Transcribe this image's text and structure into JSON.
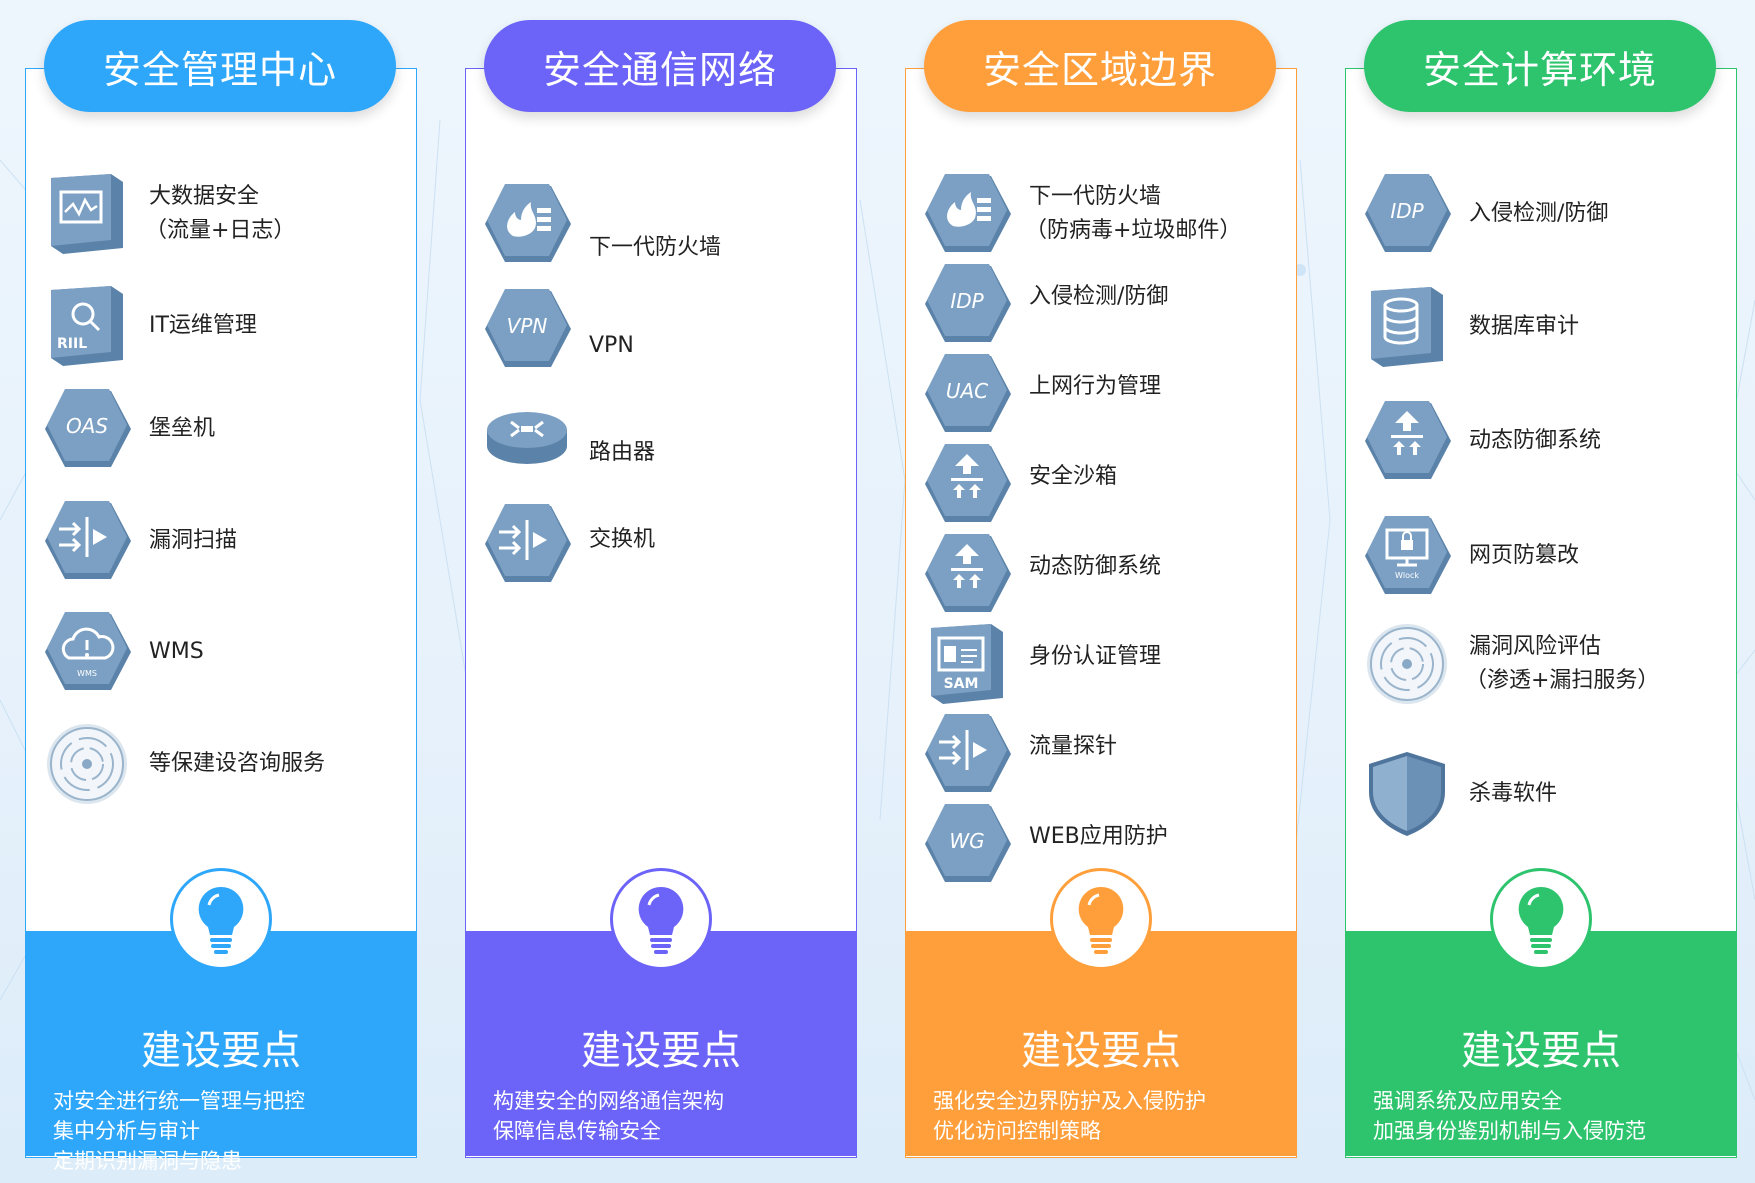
{
  "colors": {
    "blue": "#2ea7fb",
    "purple": "#6c63f8",
    "orange": "#ff9f3b",
    "green": "#2ec46e",
    "icon": "#6f94b8"
  },
  "columns": [
    {
      "title": "安全管理中心",
      "section_title": "建设要点",
      "desc": [
        "对安全进行统一管理与把控",
        "集中分析与审计",
        "定期识别漏洞与隐患"
      ],
      "items": [
        {
          "icon": "monitor-cube-icon",
          "lines": [
            "大数据安全",
            "（流量+日志）"
          ]
        },
        {
          "icon": "riil-search-cube-icon",
          "lines": [
            "IT运维管理"
          ]
        },
        {
          "icon": "oas-hex-icon",
          "lines": [
            "堡垒机"
          ]
        },
        {
          "icon": "flow-arrows-hex-icon",
          "lines": [
            "漏洞扫描"
          ]
        },
        {
          "icon": "wms-cloud-hex-icon",
          "lines": [
            "WMS"
          ]
        },
        {
          "icon": "radar-circle-icon",
          "lines": [
            "等保建设咨询服务"
          ]
        }
      ]
    },
    {
      "title": "安全通信网络",
      "section_title": "建设要点",
      "desc": [
        "构建安全的网络通信架构",
        "保障信息传输安全"
      ],
      "items": [
        {
          "icon": "firewall-hex-icon",
          "lines": [
            "下一代防火墙"
          ]
        },
        {
          "icon": "vpn-hex-icon",
          "lines": [
            "VPN"
          ]
        },
        {
          "icon": "router-icon",
          "lines": [
            "路由器"
          ]
        },
        {
          "icon": "switch-hex-icon",
          "lines": [
            "交换机"
          ]
        }
      ]
    },
    {
      "title": "安全区域边界",
      "section_title": "建设要点",
      "desc": [
        "强化安全边界防护及入侵防护",
        "优化访问控制策略"
      ],
      "items": [
        {
          "icon": "firewall-hex-icon",
          "lines": [
            "下一代防火墙",
            "（防病毒+垃圾邮件）"
          ]
        },
        {
          "icon": "idp-hex-icon",
          "lines": [
            "入侵检测/防御"
          ]
        },
        {
          "icon": "uac-hex-icon",
          "lines": [
            "上网行为管理"
          ]
        },
        {
          "icon": "sandbox-hex-icon",
          "lines": [
            "安全沙箱"
          ]
        },
        {
          "icon": "defense-hex-icon",
          "lines": [
            "动态防御系统"
          ]
        },
        {
          "icon": "sam-cube-icon",
          "lines": [
            "身份认证管理"
          ]
        },
        {
          "icon": "probe-hex-icon",
          "lines": [
            "流量探针"
          ]
        },
        {
          "icon": "wg-hex-icon",
          "lines": [
            "WEB应用防护"
          ]
        }
      ]
    },
    {
      "title": "安全计算环境",
      "section_title": "建设要点",
      "desc": [
        "强调系统及应用安全",
        "加强身份鉴别机制与入侵防范"
      ],
      "items": [
        {
          "icon": "idp-hex-icon",
          "lines": [
            "入侵检测/防御"
          ]
        },
        {
          "icon": "database-cube-icon",
          "lines": [
            "数据库审计"
          ]
        },
        {
          "icon": "defense-hex-icon",
          "lines": [
            "动态防御系统"
          ]
        },
        {
          "icon": "wlock-hex-icon",
          "lines": [
            "网页防篡改"
          ]
        },
        {
          "icon": "radar-circle-icon",
          "lines": [
            "漏洞风险评估",
            "（渗透+漏扫服务）"
          ]
        },
        {
          "icon": "shield-icon",
          "lines": [
            "杀毒软件"
          ]
        }
      ]
    }
  ]
}
